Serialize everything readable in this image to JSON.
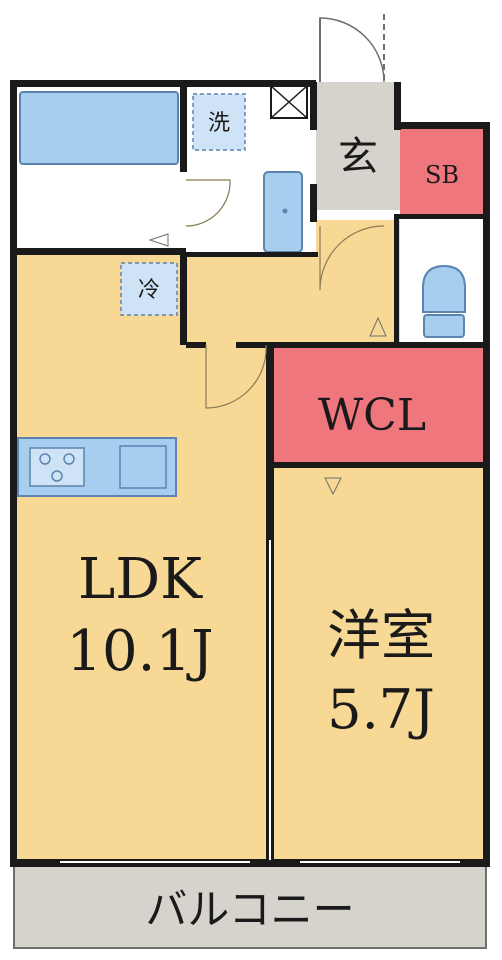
{
  "rooms": {
    "ldk": {
      "name": "LDK",
      "size": "10.1J"
    },
    "bedroom": {
      "name": "洋室",
      "size": "5.7J"
    },
    "wcl": {
      "name": "WCL"
    },
    "entrance": {
      "name": "玄"
    },
    "shoe_box": {
      "name": "SB"
    },
    "balcony": {
      "name": "バルコニー"
    }
  },
  "fixtures": {
    "washer": {
      "name": "洗"
    },
    "fridge": {
      "name": "冷"
    }
  },
  "colors": {
    "room_fill": "#f7d894",
    "wcl_fill": "#f0767d",
    "sb_fill": "#f0767d",
    "wet_fill": "#ffffff",
    "entrance_fill": "#d5d3cb",
    "balcony_fill": "#d5d3cb",
    "wall": "#1a1a1a",
    "fixture_blue": "#a7cdef",
    "fixture_stroke": "#5b84b0"
  }
}
